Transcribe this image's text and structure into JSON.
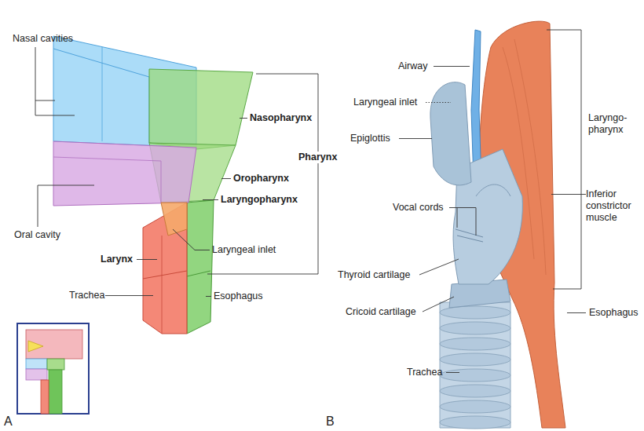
{
  "diagram": {
    "labels": [
      "Nasal cavities",
      "Nasopharynx",
      "Pharynx",
      "Oropharynx",
      "Oral cavity",
      "Laryngopharynx",
      "Larynx",
      "Laryngeal inlet",
      "Trachea",
      "Esophagus",
      "A",
      "B",
      "Airway",
      "Laryngeal inlet",
      "Epiglottis",
      "Laryngo- pharynx",
      "Inferior constrictor muscle",
      "Vocal cords",
      "Thyroid cartilage",
      "Cricoid cartilage",
      "Trachea",
      "Esophagus"
    ]
  }
}
